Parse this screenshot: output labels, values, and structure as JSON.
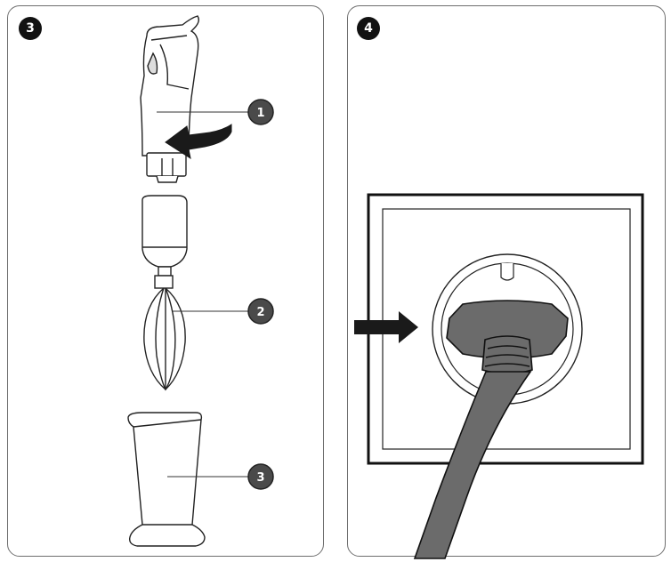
{
  "panels": [
    {
      "step": "3",
      "callouts": [
        "1",
        "2",
        "3"
      ]
    },
    {
      "step": "4"
    }
  ],
  "colors": {
    "outline": "#222222",
    "badge": "#4a4a4a",
    "plug": "#6b6b6b",
    "arrow": "#1a1a1a"
  }
}
